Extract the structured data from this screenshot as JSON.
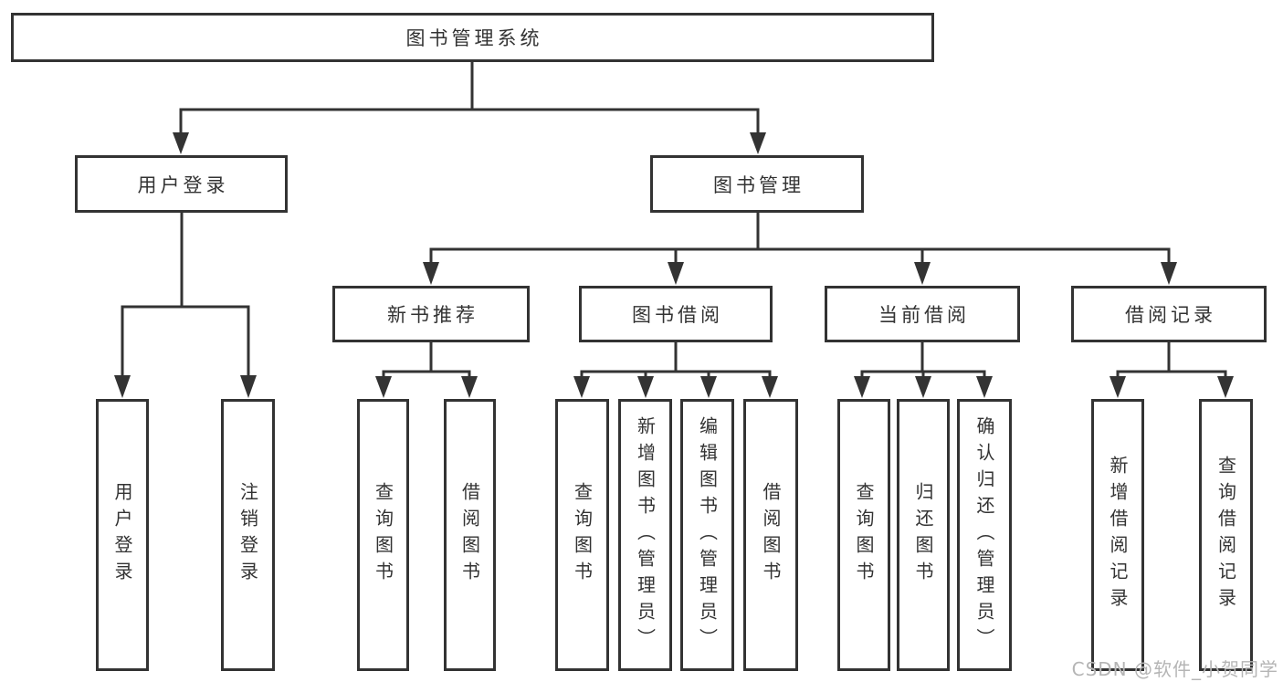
{
  "watermark": "CSDN @软件_小贺同学",
  "colors": {
    "line": "#333333",
    "text": "#333333",
    "watermark": "#b5b5b5",
    "background": "#ffffff"
  },
  "nodes": {
    "root": {
      "label": "图书管理系统"
    },
    "level2": [
      {
        "label": "用户登录"
      },
      {
        "label": "图书管理"
      }
    ],
    "level3": [
      {
        "label": "新书推荐"
      },
      {
        "label": "图书借阅"
      },
      {
        "label": "当前借阅"
      },
      {
        "label": "借阅记录"
      }
    ],
    "leaves": {
      "user_login": [
        {
          "label": "用户登录"
        },
        {
          "label": "注销登录"
        }
      ],
      "new_book_recommend": [
        {
          "label": "查询图书"
        },
        {
          "label": "借阅图书"
        }
      ],
      "book_borrow": [
        {
          "label": "查询图书"
        },
        {
          "label": "新增图书（管理员）"
        },
        {
          "label": "编辑图书（管理员）"
        },
        {
          "label": "借阅图书"
        }
      ],
      "current_borrow": [
        {
          "label": "查询图书"
        },
        {
          "label": "归还图书"
        },
        {
          "label": "确认归还（管理员）"
        }
      ],
      "borrow_records": [
        {
          "label": "新增借阅记录"
        },
        {
          "label": "查询借阅记录"
        }
      ]
    }
  }
}
